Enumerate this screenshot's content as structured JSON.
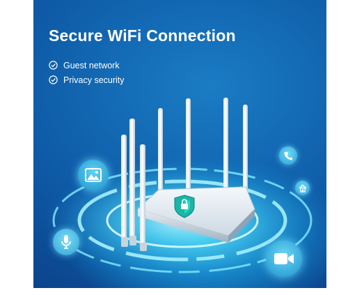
{
  "banner": {
    "title": "Secure WiFi Connection",
    "features": [
      {
        "label": "Guest network",
        "icon": "check-circle-icon"
      },
      {
        "label": "Privacy security",
        "icon": "check-circle-icon"
      }
    ]
  },
  "icons": {
    "router": "wifi-router-icon",
    "shield": "shield-lock-icon",
    "image": "image-icon",
    "microphone": "microphone-icon",
    "phone": "phone-icon",
    "home": "home-icon",
    "video": "video-camera-icon"
  },
  "colors": {
    "background_deep": "#0a3f86",
    "background_mid": "#1a7cc4",
    "glow": "#38c6ec",
    "text": "#ffffff"
  }
}
